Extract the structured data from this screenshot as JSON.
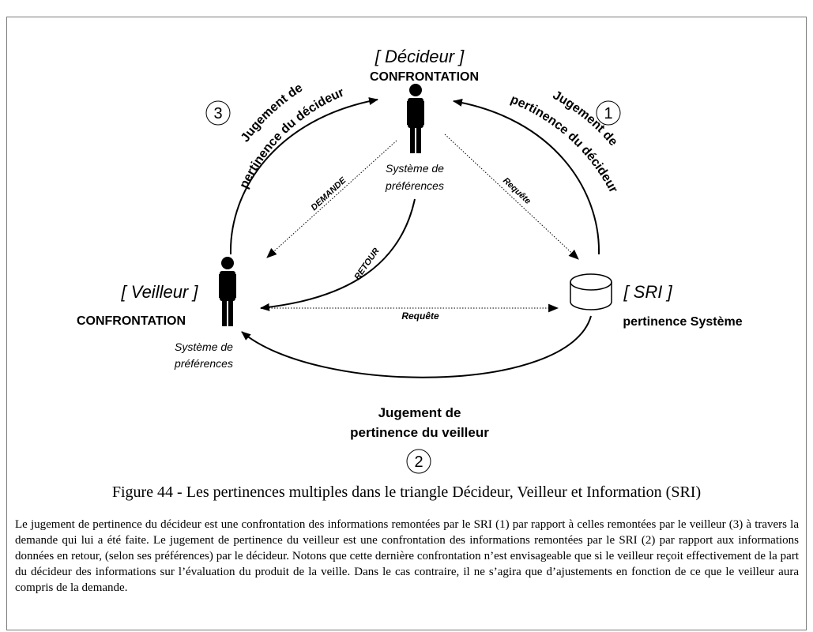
{
  "nodes": {
    "decideur": {
      "title": "[ Décideur ]",
      "label": "CONFRONTATION",
      "sub1": "Système de",
      "sub2": "préférences"
    },
    "veilleur": {
      "title": "[ Veilleur ]",
      "label": "CONFRONTATION",
      "sub1": "Système de",
      "sub2": "préférences"
    },
    "sri": {
      "title": "[ SRI ]",
      "label": "pertinence Système"
    }
  },
  "arrows": {
    "demande": "DEMANDE",
    "requete_top": "Requête",
    "retour": "RETOUR",
    "requete_bottom": "Requête"
  },
  "arcs": {
    "arc1": {
      "number": "1",
      "line1": "Jugement de",
      "line2": "pertinence du décideur"
    },
    "arc2": {
      "number": "2",
      "line1": "Jugement de",
      "line2": "pertinence du veilleur"
    },
    "arc3": {
      "number": "3",
      "line1": "Jugement de",
      "line2": "pertinence du décideur"
    }
  },
  "caption": "Figure 44 - Les pertinences multiples dans le triangle Décideur, Veilleur et Information (SRI)",
  "paragraph": "Le jugement de pertinence du décideur est une confrontation des informations remontées par le SRI (1) par rapport à celles remontées par le veilleur (3) à travers la demande qui lui a été faite. Le jugement de pertinence du veilleur est une confrontation des informations remontées par le SRI (2) par rapport aux informations données en retour, (selon ses préférences) par le décideur. Notons que cette dernière confrontation n’est envisageable que si le veilleur reçoit effectivement de la part du décideur des informations sur l’évaluation du produit de la veille. Dans le cas contraire, il ne s’agira que d’ajustements en fonction de ce que le veilleur aura compris de la demande."
}
